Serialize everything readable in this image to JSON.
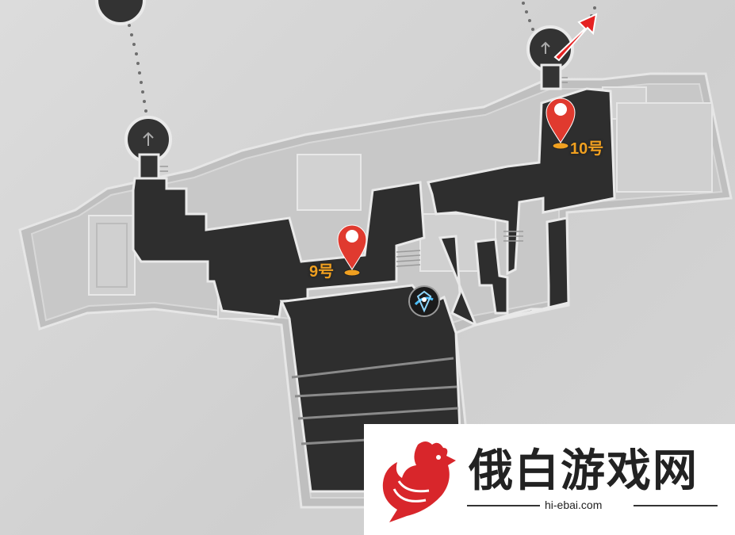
{
  "map": {
    "markers": [
      {
        "id": "9",
        "label": "9号"
      },
      {
        "id": "10",
        "label": "10号"
      }
    ],
    "teleport_icon": "teleport-waypoint-icon",
    "exit_arrow_icon": "exit-direction-arrow-icon",
    "colors": {
      "background": "#d4d4d4",
      "floor_dark": "#2e2e2e",
      "wall_light": "#bdbdbd",
      "marker_red": "#e03a2f",
      "marker_label": "#f0a020",
      "arrow_red": "#e52222"
    }
  },
  "watermark": {
    "title": "俄白游戏网",
    "url": "hi-ebai.com",
    "logo_icon": "rooster-logo-icon"
  }
}
